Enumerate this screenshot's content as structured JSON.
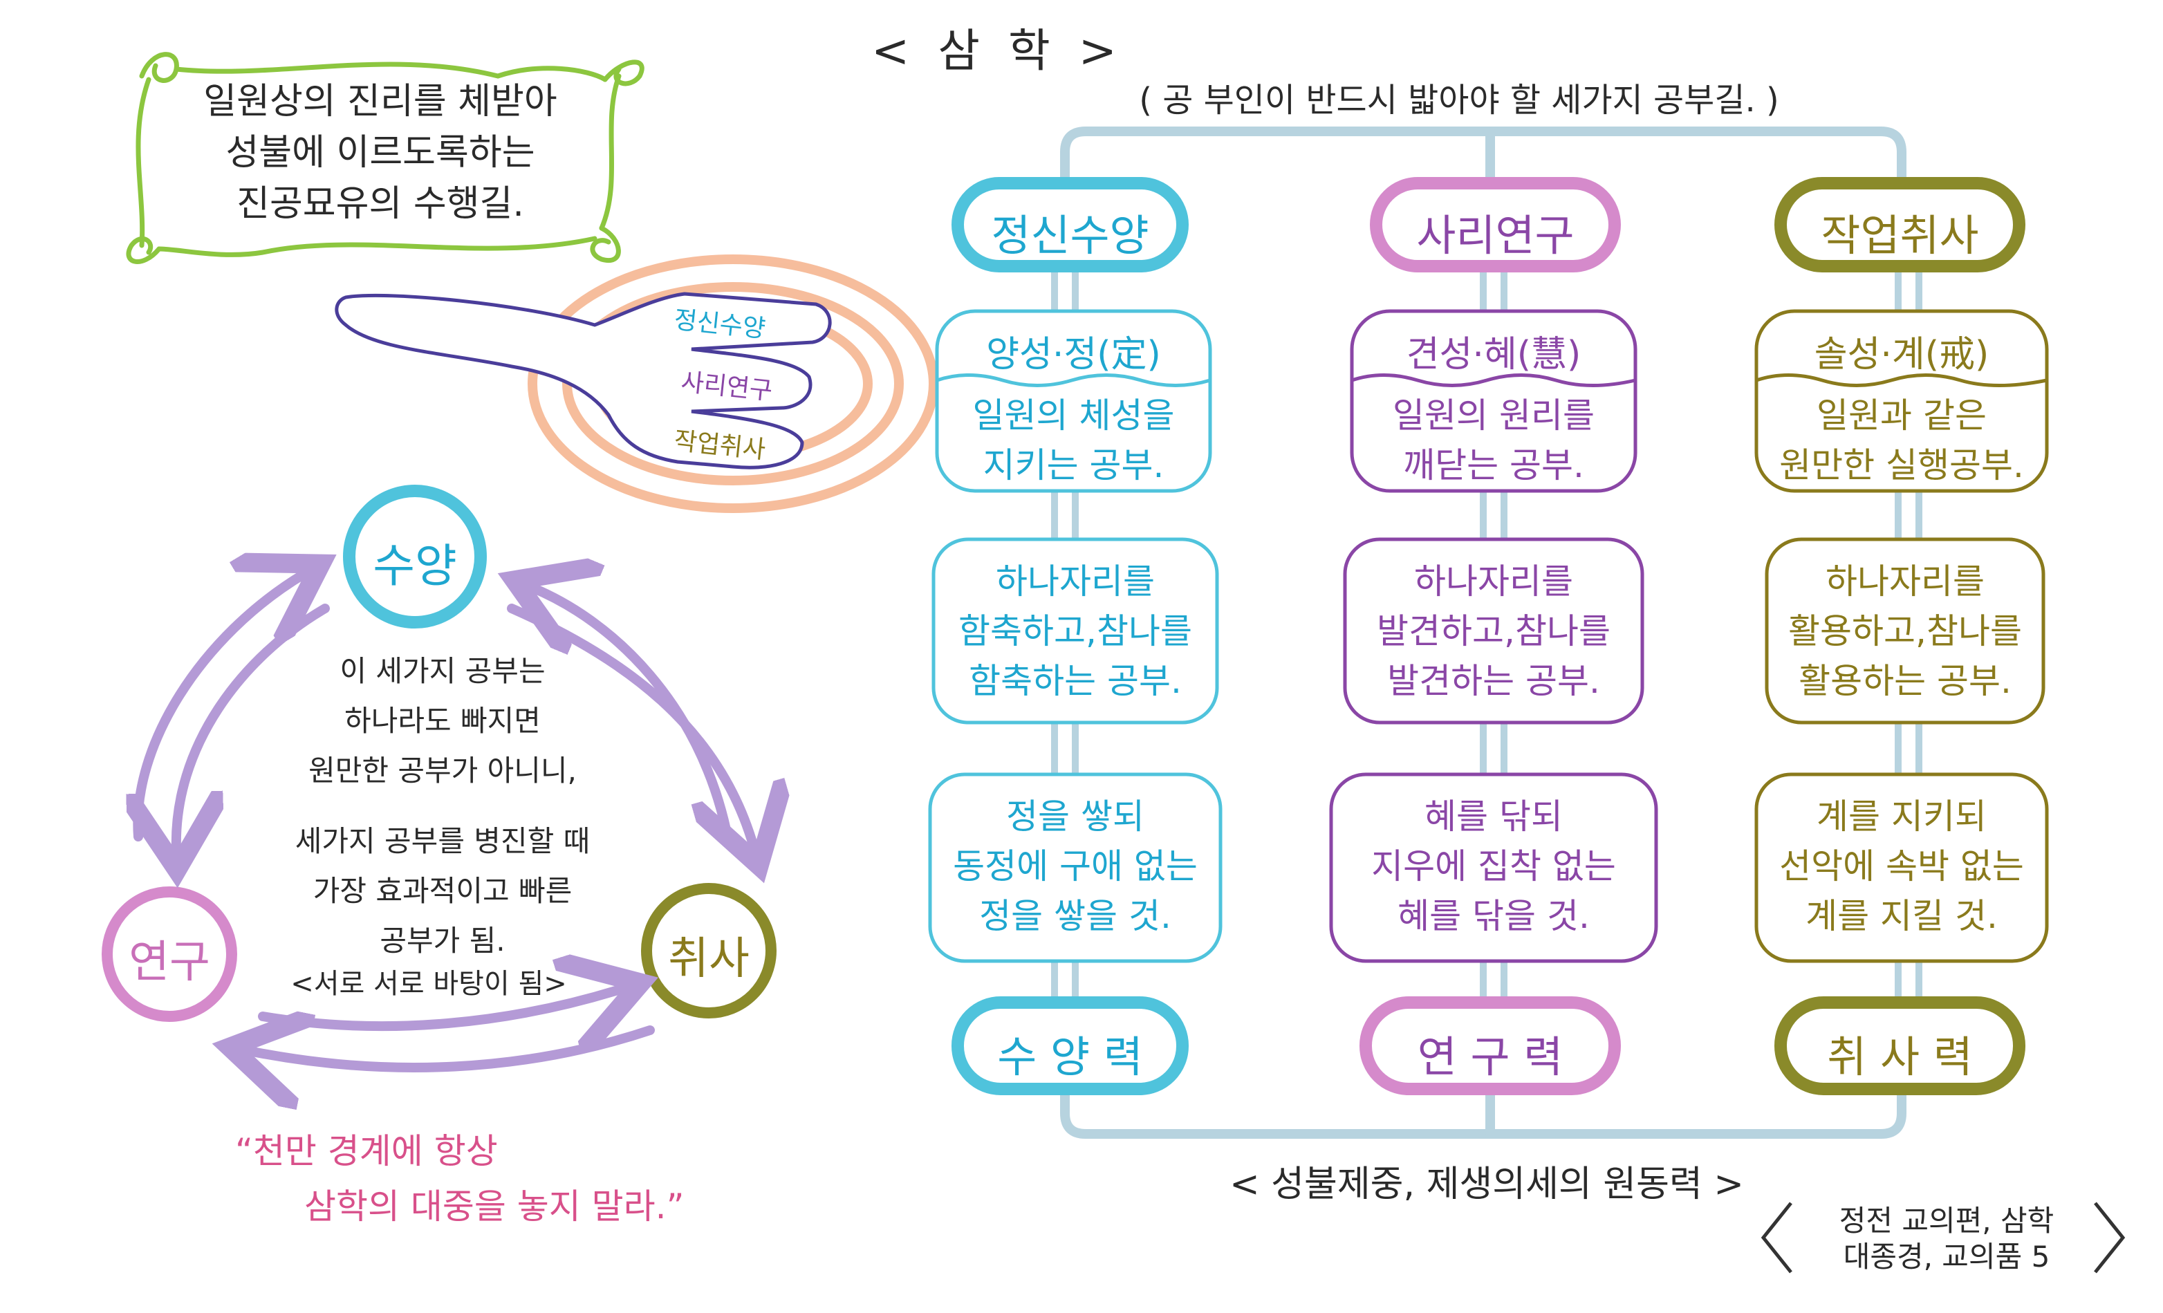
{
  "header": {
    "title": "< 삼 학 >",
    "subtitle": "( 공 부인이 반드시 밟아야 할 세가지 공부길. )"
  },
  "intro_note": {
    "lines": [
      "일원상의 진리를 체받아",
      "성불에 이르도록하는",
      "진공묘유의 수행길."
    ]
  },
  "spoon_labels": [
    "정신수양",
    "사리연구",
    "작업취사"
  ],
  "cycle": {
    "nodes": {
      "top": "수양",
      "left": "연구",
      "right": "취사"
    },
    "text_lines": [
      "이 세가지 공부는",
      "하나라도 빠지면",
      "원만한 공부가 아니니,",
      "세가지 공부를 병진할 때",
      "가장 효과적이고 빠른",
      "공부가 됨."
    ],
    "mutual": "<서로 서로 바탕이 됨>"
  },
  "quote": {
    "lines": [
      "“천만 경계에 항상",
      "삼학의 대중을 놓지 말라.”"
    ]
  },
  "columns": [
    {
      "header": "정신수양",
      "band": "양성·정(定)",
      "band_text": [
        "일원의 체성을",
        "지키는 공부."
      ],
      "box2": [
        "하나자리를",
        "함축하고,참나를",
        "함축하는 공부."
      ],
      "box3": [
        "정을 쌓되",
        "동정에 구애 없는",
        "정을 쌓을 것."
      ],
      "footer": "수 양 력",
      "color": "#4fc3dc",
      "text_color": "#1ea6cf"
    },
    {
      "header": "사리연구",
      "band": "견성·혜(慧)",
      "band_text": [
        "일원의 원리를",
        "깨닫는 공부."
      ],
      "box2": [
        "하나자리를",
        "발견하고,참나를",
        "발견하는 공부."
      ],
      "box3": [
        "혜를 닦되",
        "지우에 집착 없는",
        "혜를 닦을 것."
      ],
      "footer": "연 구 력",
      "color": "#d58acb",
      "text_color": "#8a46a6"
    },
    {
      "header": "작업취사",
      "band": "솔성·계(戒)",
      "band_text": [
        "일원과 같은",
        "원만한 실행공부."
      ],
      "box2": [
        "하나자리를",
        "활용하고,참나를",
        "활용하는 공부."
      ],
      "box3": [
        "계를 지키되",
        "선악에 속박 없는",
        "계를 지킬 것."
      ],
      "footer": "취 사 력",
      "color": "#8a8a2a",
      "text_color": "#8a7a1c"
    }
  ],
  "bottom_caption": "< 성불제중, 제생의세의 원동력 >",
  "source": {
    "lines": [
      "정전 교의편, 삼학",
      "대종경, 교의품 5"
    ]
  },
  "colors": {
    "blue": "#4fc3dc",
    "pink": "#d58acb",
    "olive": "#8a8a2a",
    "purple_arrow": "#b49ad6",
    "green_frame": "#8cc63f",
    "orange_spiral": "#f6b692",
    "connector": "#b7d3df"
  }
}
